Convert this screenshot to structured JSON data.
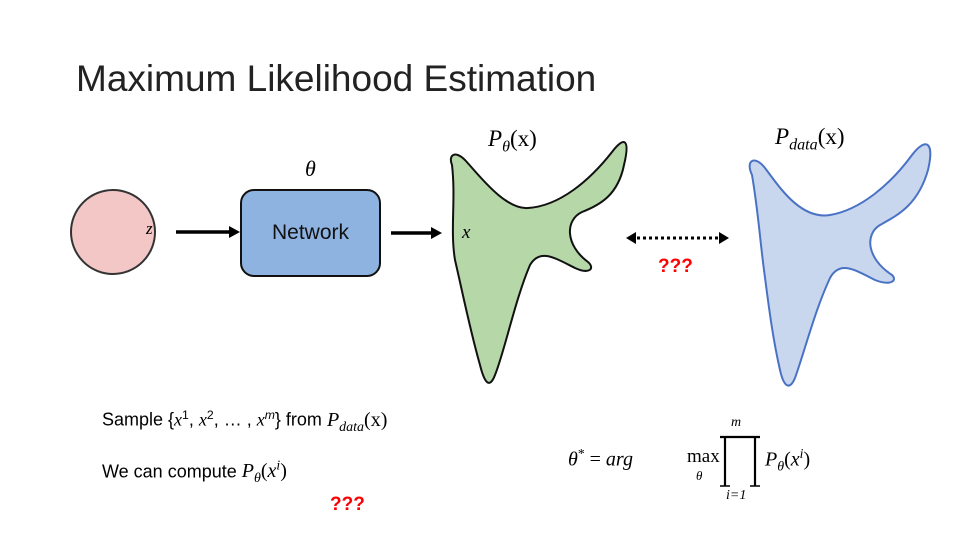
{
  "title": "Maximum Likelihood Estimation",
  "diagram": {
    "latent_label": "z",
    "theta_label": "θ",
    "network_label": "Network",
    "model_dist": {
      "base": "P",
      "sub": "θ",
      "arg": "(x)"
    },
    "data_dist": {
      "base": "P",
      "sub": "data",
      "arg": "(x)"
    },
    "sample_label": "x",
    "question_marks_top": "???",
    "question_marks_bottom": "???"
  },
  "text": {
    "sample_prefix": "Sample {",
    "sample_x": "x",
    "sup_1": "1",
    "sup_2": "2",
    "sup_m": "m",
    "sample_ellipsis": ", … , ",
    "sample_comma": ", ",
    "sample_close": "}",
    "from_word": " from ",
    "compute_text": "We can compute "
  },
  "formula": {
    "lhs": "θ",
    "star": "*",
    "equals": " = ",
    "arg": "arg",
    "max": "max",
    "max_sub": "θ",
    "prod_top": "m",
    "prod_bottom": "i=1",
    "P": "P",
    "theta": "θ",
    "x": "x",
    "i": "i"
  },
  "colors": {
    "circle_fill": "#f4c7c7",
    "network_fill": "#8fb3e0",
    "model_fill": "#b6d7a8",
    "data_fill": "#c9d7ee",
    "data_stroke": "#4a72c4",
    "question_color": "#ff0000"
  }
}
